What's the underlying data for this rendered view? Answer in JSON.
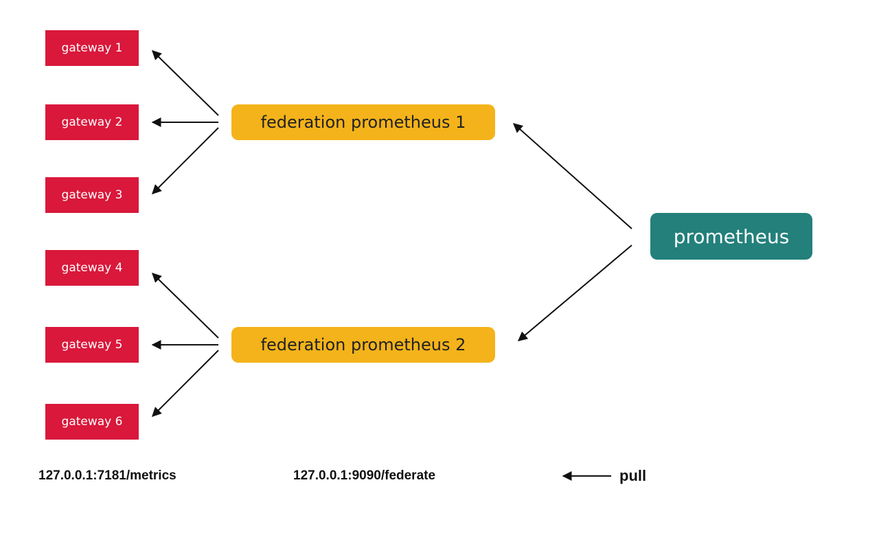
{
  "gateways": [
    {
      "label": "gateway 1"
    },
    {
      "label": "gateway 2"
    },
    {
      "label": "gateway 3"
    },
    {
      "label": "gateway 4"
    },
    {
      "label": "gateway 5"
    },
    {
      "label": "gateway 6"
    }
  ],
  "federations": [
    {
      "label": "federation prometheus 1"
    },
    {
      "label": "federation prometheus 2"
    }
  ],
  "prometheus": {
    "label": "prometheus"
  },
  "captions": {
    "gateway_endpoint": "127.0.0.1:7181/metrics",
    "federation_endpoint": "127.0.0.1:9090/federate",
    "legend_pull": "pull"
  },
  "colors": {
    "gateway": "#d9183b",
    "federation": "#f4b31a",
    "prometheus": "#23807b",
    "arrow": "#111111"
  }
}
